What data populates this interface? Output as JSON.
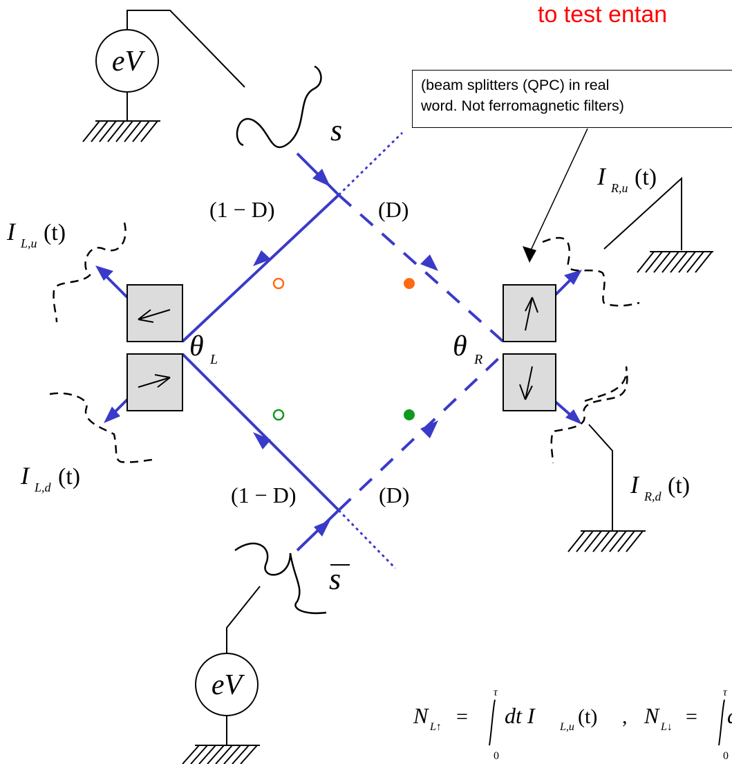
{
  "title": "to test entan",
  "callout": {
    "line1": "(beam splitters (QPC) in real",
    "line2": "word. Not ferromagnetic filters)"
  },
  "sources": {
    "top_voltage": "eV",
    "bottom_voltage": "eV"
  },
  "labels": {
    "s": "s",
    "s_bar": "s",
    "one_minus_D_top": "(1 − D)",
    "D_top": "(D)",
    "one_minus_D_bottom": "(1 − D)",
    "D_bottom": "(D)",
    "theta_L": "θ",
    "theta_L_sub": "L",
    "theta_R": "θ",
    "theta_R_sub": "R"
  },
  "currents": {
    "I_Lu": {
      "sym": "I",
      "sub": "L,u",
      "arg": "(t)"
    },
    "I_Ld": {
      "sym": "I",
      "sub": "L,d",
      "arg": "(t)"
    },
    "I_Ru": {
      "sym": "I",
      "sub": "R,u",
      "arg": "(t)"
    },
    "I_Rd": {
      "sym": "I",
      "sub": "R,d",
      "arg": "(t)"
    }
  },
  "filters": {
    "left_upper": "←",
    "left_lower": "→",
    "right_upper": "↑",
    "right_lower": "↓"
  },
  "formula": {
    "N1": "N",
    "N1_sub": "L↑",
    "eq": "=",
    "upper": "τ",
    "lower": "0",
    "integrand1": "dt I",
    "integrand1_sub": "L,u",
    "integrand1_arg": "(t)",
    "comma": ",",
    "N2": "N",
    "N2_sub": "L↓",
    "eq2": "=",
    "upper2": "τ",
    "lower2": "0",
    "cut": "d"
  },
  "colors": {
    "beam": "#3a3ac8",
    "orange": "#ff6a13",
    "green": "#0f9a1e",
    "title": "#ff0000",
    "filter_fill": "#dcdcdc"
  }
}
